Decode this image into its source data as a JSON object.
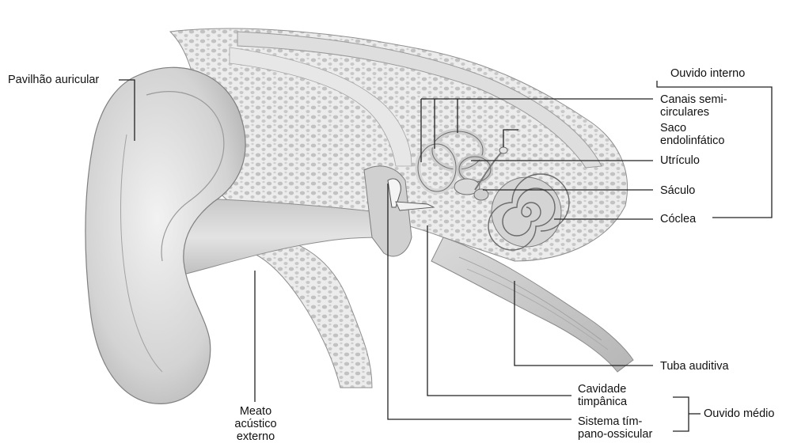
{
  "labels": {
    "pavilhao": "Pavilhão auricular",
    "meato": [
      "Meato",
      "acústico",
      "externo"
    ],
    "ouvido_interno": "Ouvido interno",
    "canais": [
      "Canais semi-",
      "circulares"
    ],
    "saco": [
      "Saco",
      "endolinfático"
    ],
    "utriculo": "Utrículo",
    "saculo": "Sáculo",
    "coclea": "Cóclea",
    "tuba": "Tuba auditiva",
    "cavidade": [
      "Cavidade",
      "timpânica"
    ],
    "sistema": [
      "Sistema tím-",
      "pano-ossicular"
    ],
    "ouvido_medio": "Ouvido médio"
  },
  "colors": {
    "line": "#222222",
    "skin": "#d6d6d6",
    "skin_dark": "#a9a9a9",
    "bone": "#e9e9e9",
    "bone_cell": "#bdbdbd"
  }
}
